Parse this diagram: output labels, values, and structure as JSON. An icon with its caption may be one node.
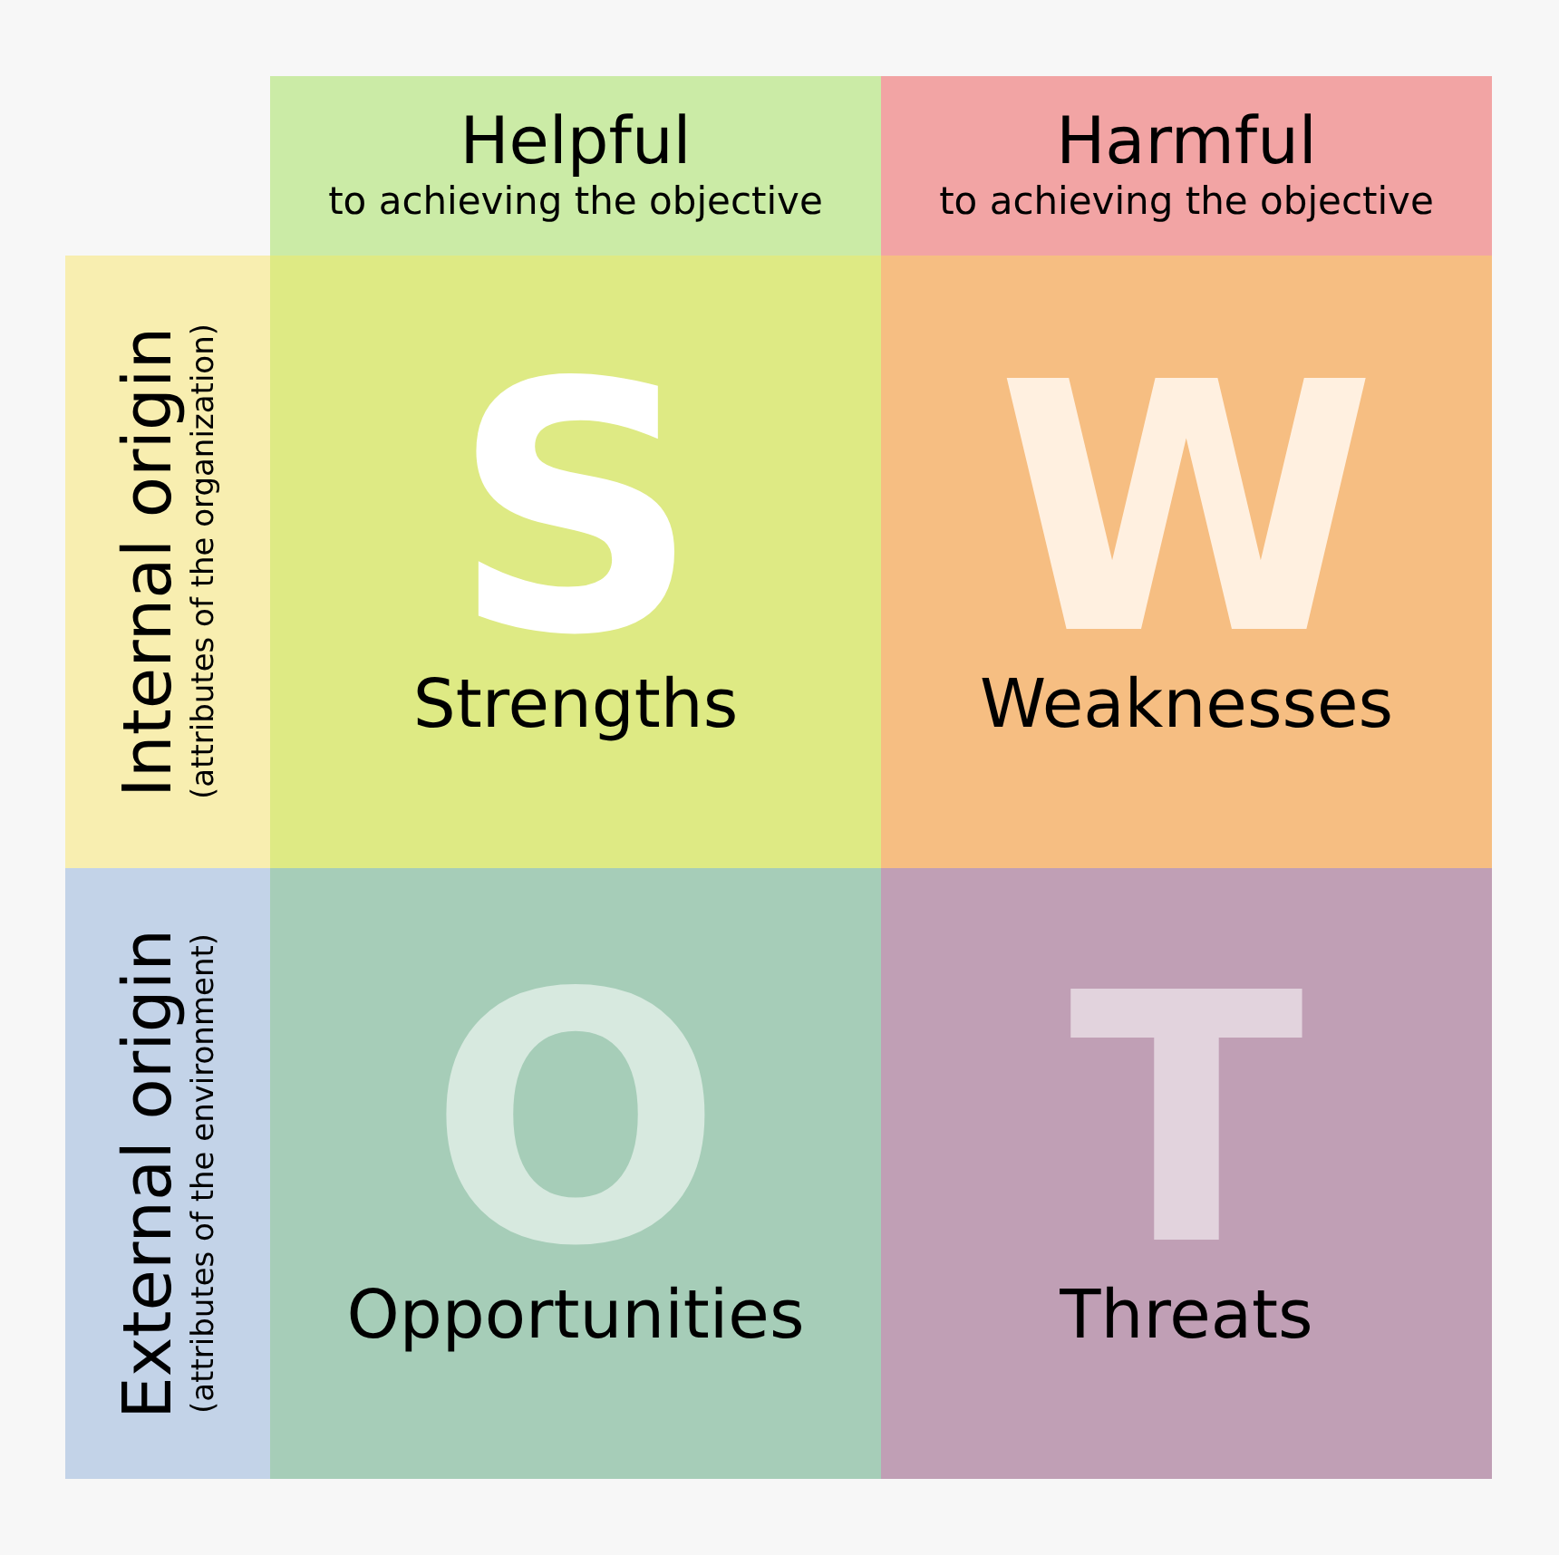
{
  "diagram": {
    "nodes": [
      {
        "text": [
          "Helpful",
          "to achieving the objective"
        ]
      },
      {
        "text": [
          "Harmful",
          "to achieving the objective"
        ]
      },
      {
        "text": [
          "Internal origin",
          "(attributes of the organization)"
        ]
      },
      {
        "text": [
          "S",
          "Strengths"
        ]
      },
      {
        "text": [
          "W",
          "Weaknesses"
        ]
      },
      {
        "text": [
          "External origin",
          "(attributes of the environment)"
        ]
      },
      {
        "text": [
          "O",
          "Opportunities"
        ]
      },
      {
        "text": [
          "T",
          "Threats"
        ]
      }
    ]
  }
}
